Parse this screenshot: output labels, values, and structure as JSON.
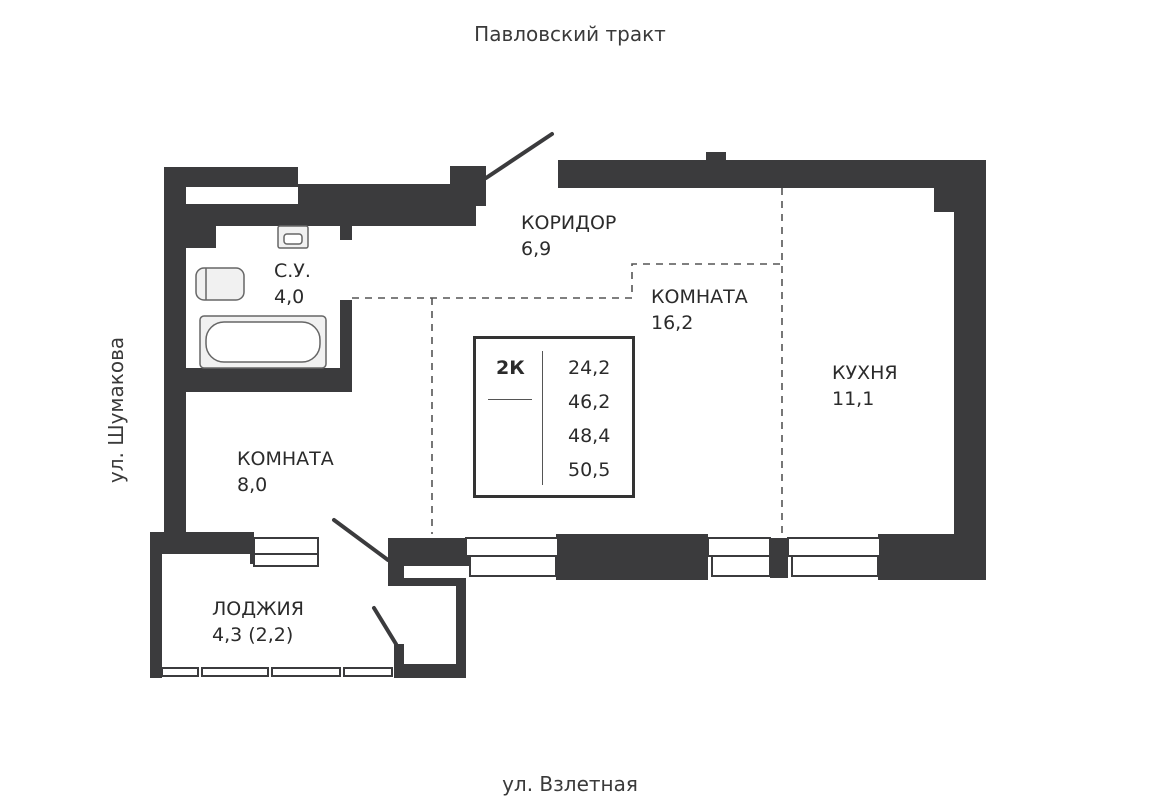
{
  "streets": {
    "top": "Павловский тракт",
    "left": "ул. Шумакова",
    "bottom": "ул. Взлетная"
  },
  "rooms": {
    "corridor": {
      "name": "КОРИДОР",
      "area": "6,9"
    },
    "bathroom": {
      "name": "С.У.",
      "area": "4,0"
    },
    "room_large": {
      "name": "КОМНАТА",
      "area": "16,2"
    },
    "kitchen": {
      "name": "КУХНЯ",
      "area": "11,1"
    },
    "room_small": {
      "name": "КОМНАТА",
      "area": "8,0"
    },
    "loggia": {
      "name": "ЛОДЖИЯ",
      "area": "4,3 (2,2)"
    }
  },
  "summary": {
    "type": "2К",
    "values": [
      "24,2",
      "46,2",
      "48,4",
      "50,5"
    ]
  },
  "colors": {
    "wall": "#3b3b3d",
    "line": "#555555",
    "text": "#2b2b2b"
  }
}
